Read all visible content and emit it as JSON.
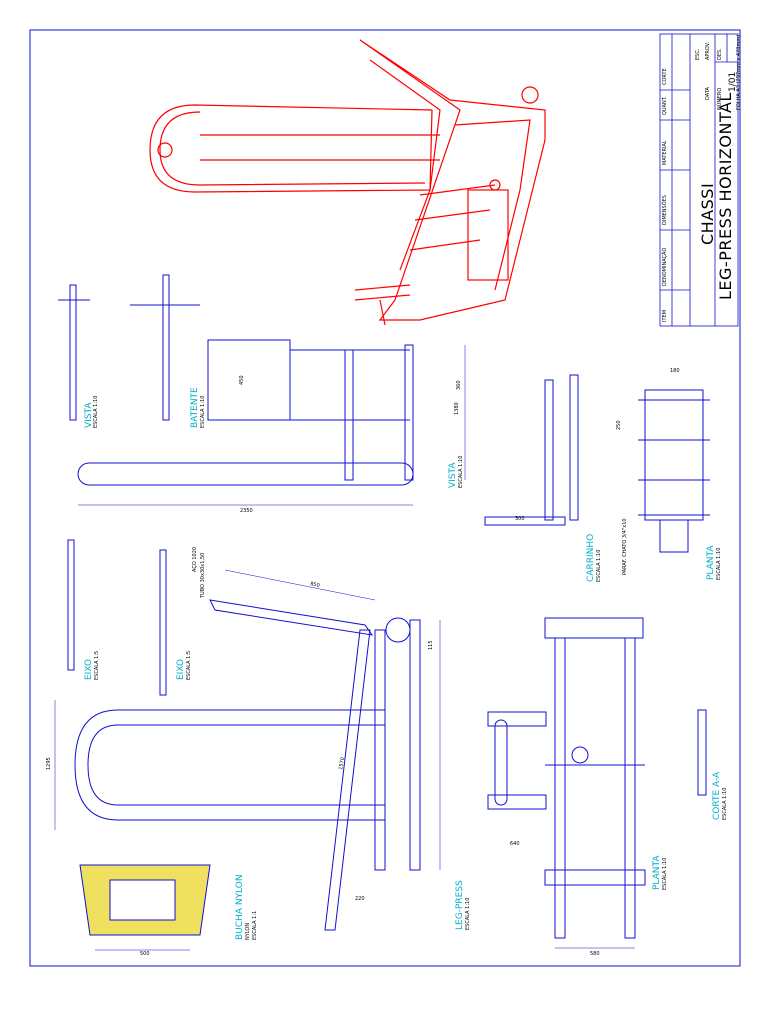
{
  "title_block": {
    "part_name": "CHASSI",
    "project": "LEG-PRESS HORIZONTAL",
    "sheet_number": "1/01",
    "sheet_size": "FOLHA A3 (297mm x 420mm)",
    "headers": [
      "ITEM",
      "DENOMINAÇÃO",
      "DIMENSÕES",
      "MATERIAL",
      "QUANT.",
      "CORTE"
    ],
    "fields": [
      "DES.",
      "APROV.",
      "ESC.",
      "DATA",
      "NÚMERO"
    ]
  },
  "views": [
    {
      "name": "VISTA",
      "scale": "ESCALA 1:10"
    },
    {
      "name": "BATENTE",
      "scale": "ESCALA 1:10"
    },
    {
      "name": "VISTA",
      "scale": "ESCALA 1:10"
    },
    {
      "name": "CARRINHO",
      "scale": "ESCALA 1:10"
    },
    {
      "name": "PLANTA",
      "scale": "ESCALA 1:10"
    },
    {
      "name": "EIXO",
      "scale": "ESCALA 1:5"
    },
    {
      "name": "EIXO",
      "scale": "ESCALA 1:5"
    },
    {
      "name": "LEG-PRESS",
      "scale": "ESCALA 1:10"
    },
    {
      "name": "PLANTA",
      "scale": "ESCALA 1:10"
    },
    {
      "name": "CORTE A-A",
      "scale": "ESCALA 1:10"
    },
    {
      "name": "BUCHA NYLON",
      "scale": "ESCALA 1:1"
    }
  ],
  "dimensions": {
    "d1": "2350",
    "d2": "1380",
    "d3": "1295",
    "d4": "450",
    "d5": "360",
    "d6": "500",
    "d7": "115",
    "d8": "220",
    "d9": "580",
    "d10": "850",
    "d11": "1570",
    "d12": "250",
    "d13": "300",
    "d14": "640",
    "d15": "180"
  },
  "notes": {
    "tube": "TUBO 30x30x1,50",
    "bolt": "PARAF. CHATO 3/4\"x10",
    "steel": "AÇO 1020",
    "nylon": "NYLON"
  },
  "colors": {
    "frame": "#ff0000",
    "lines": "#1010d0",
    "hidden": "#b000b0",
    "labels": "#00b0c8",
    "hatch": "#f0e060"
  }
}
